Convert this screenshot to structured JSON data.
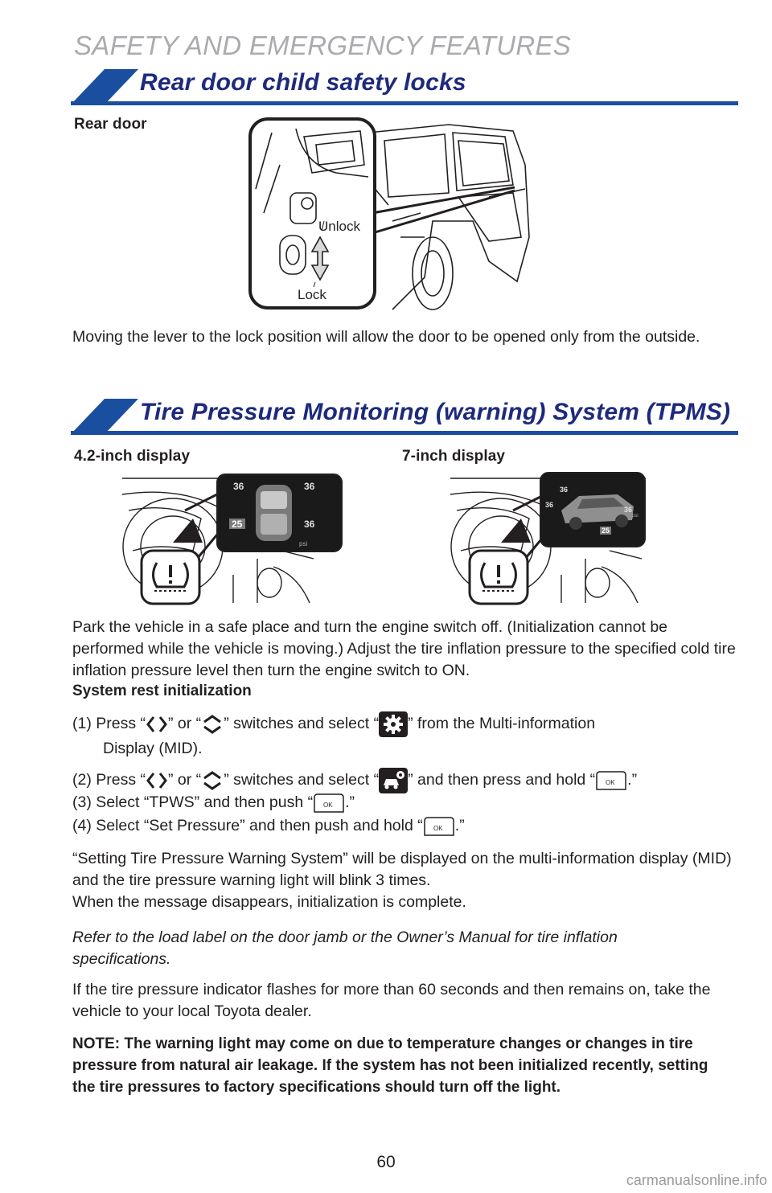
{
  "header": {
    "section_title": "SAFETY AND EMERGENCY FEATURES"
  },
  "child_locks": {
    "heading": "Rear door child safety locks",
    "figure_label": "Rear door",
    "callout_unlock": "Unlock",
    "callout_lock": "Lock",
    "description": "Moving the lever to the lock position will allow the door to be opened only from the outside."
  },
  "tpms": {
    "heading": "Tire Pressure Monitoring (warning) System (TPMS)",
    "display_small": {
      "label": "4.2-inch display",
      "front_left": "36",
      "front_right": "36",
      "rear_left": "25",
      "rear_right": "36",
      "unit": "psi"
    },
    "display_large": {
      "label": "7-inch display",
      "front_left": "36",
      "front_right": "36",
      "rear_left": "25",
      "rear_right": "36",
      "unit": "psi"
    },
    "intro": "Park the vehicle in a safe place and turn the engine switch off. (Initialization cannot be performed while the vehicle is moving.) Adjust the tire inflation pressure to the specified cold tire inflation pressure level then turn the engine switch to ON.",
    "subheading": "System rest initialization",
    "step1_a": "(1) Press “",
    "step1_b": "” or “",
    "step1_c": "” switches and select “",
    "step1_d": "” from the Multi-information",
    "step1_e": "Display (MID).",
    "step2_a": "(2) Press “",
    "step2_b": "” or “",
    "step2_c": "” switches and select “",
    "step2_d": "” and then press and hold “",
    "step2_e": ".”",
    "step3_a": "(3) Select “TPWS” and then push “",
    "step3_b": ".”",
    "step4_a": "(4) Select “Set Pressure” and then push and hold “",
    "step4_b": ".”",
    "ok_label": "OK",
    "result": "“Setting Tire Pressure Warning System” will be displayed on the multi-information display (MID) and the tire pressure warning light will blink 3 times.",
    "complete": "When the message disappears, initialization is complete.",
    "refer": "Refer to the load label on the door jamb or the Owner’s Manual for tire inflation specifications.",
    "flash": "If the tire pressure indicator flashes for more than 60 seconds and then remains on, take the vehicle to your local Toyota dealer.",
    "note": "NOTE: The warning light may come on due to temperature changes or changes in tire pressure from natural air leakage. If the system has not been initialized recently, setting the tire pressures to factory specifications should turn off the light."
  },
  "footer": {
    "page_number": "60",
    "watermark": "carmanualsonline.info"
  },
  "colors": {
    "heading_blue": "#1d2a7c",
    "band_blue": "#1a4fa0",
    "title_gray": "#a9abae"
  }
}
